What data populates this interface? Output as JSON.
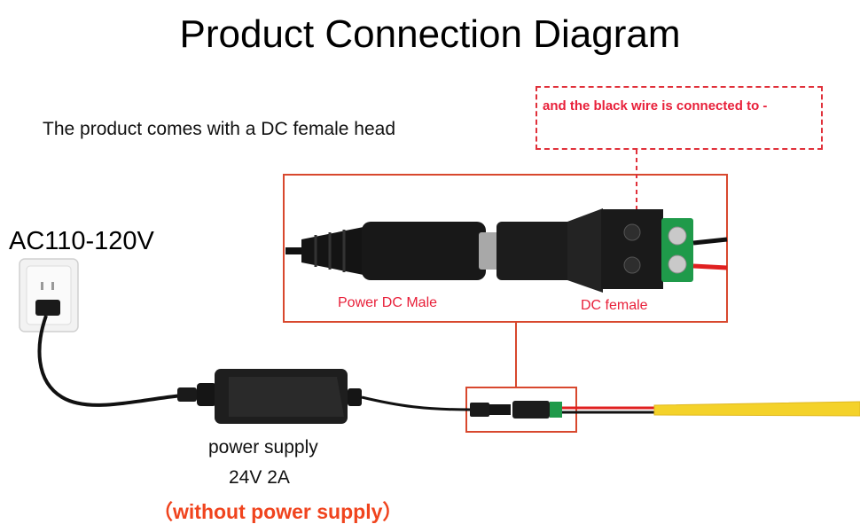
{
  "title": "Product Connection Diagram",
  "subtitle": "The product comes with a DC female head",
  "input_voltage": "AC110-120V",
  "callout": {
    "text": "and the black wire is connected to -"
  },
  "connector_labels": {
    "male": "Power DC Male",
    "female": "DC female"
  },
  "power_supply": {
    "label": "power supply",
    "rating": "24V 2A",
    "note": "（without power supply）"
  },
  "colors": {
    "accent_red": "#e8203a",
    "box_border": "#d8482e",
    "note_orange": "#f0441e",
    "terminal_green": "#1f9a4a",
    "led_strip_yellow": "#f4d22a"
  }
}
